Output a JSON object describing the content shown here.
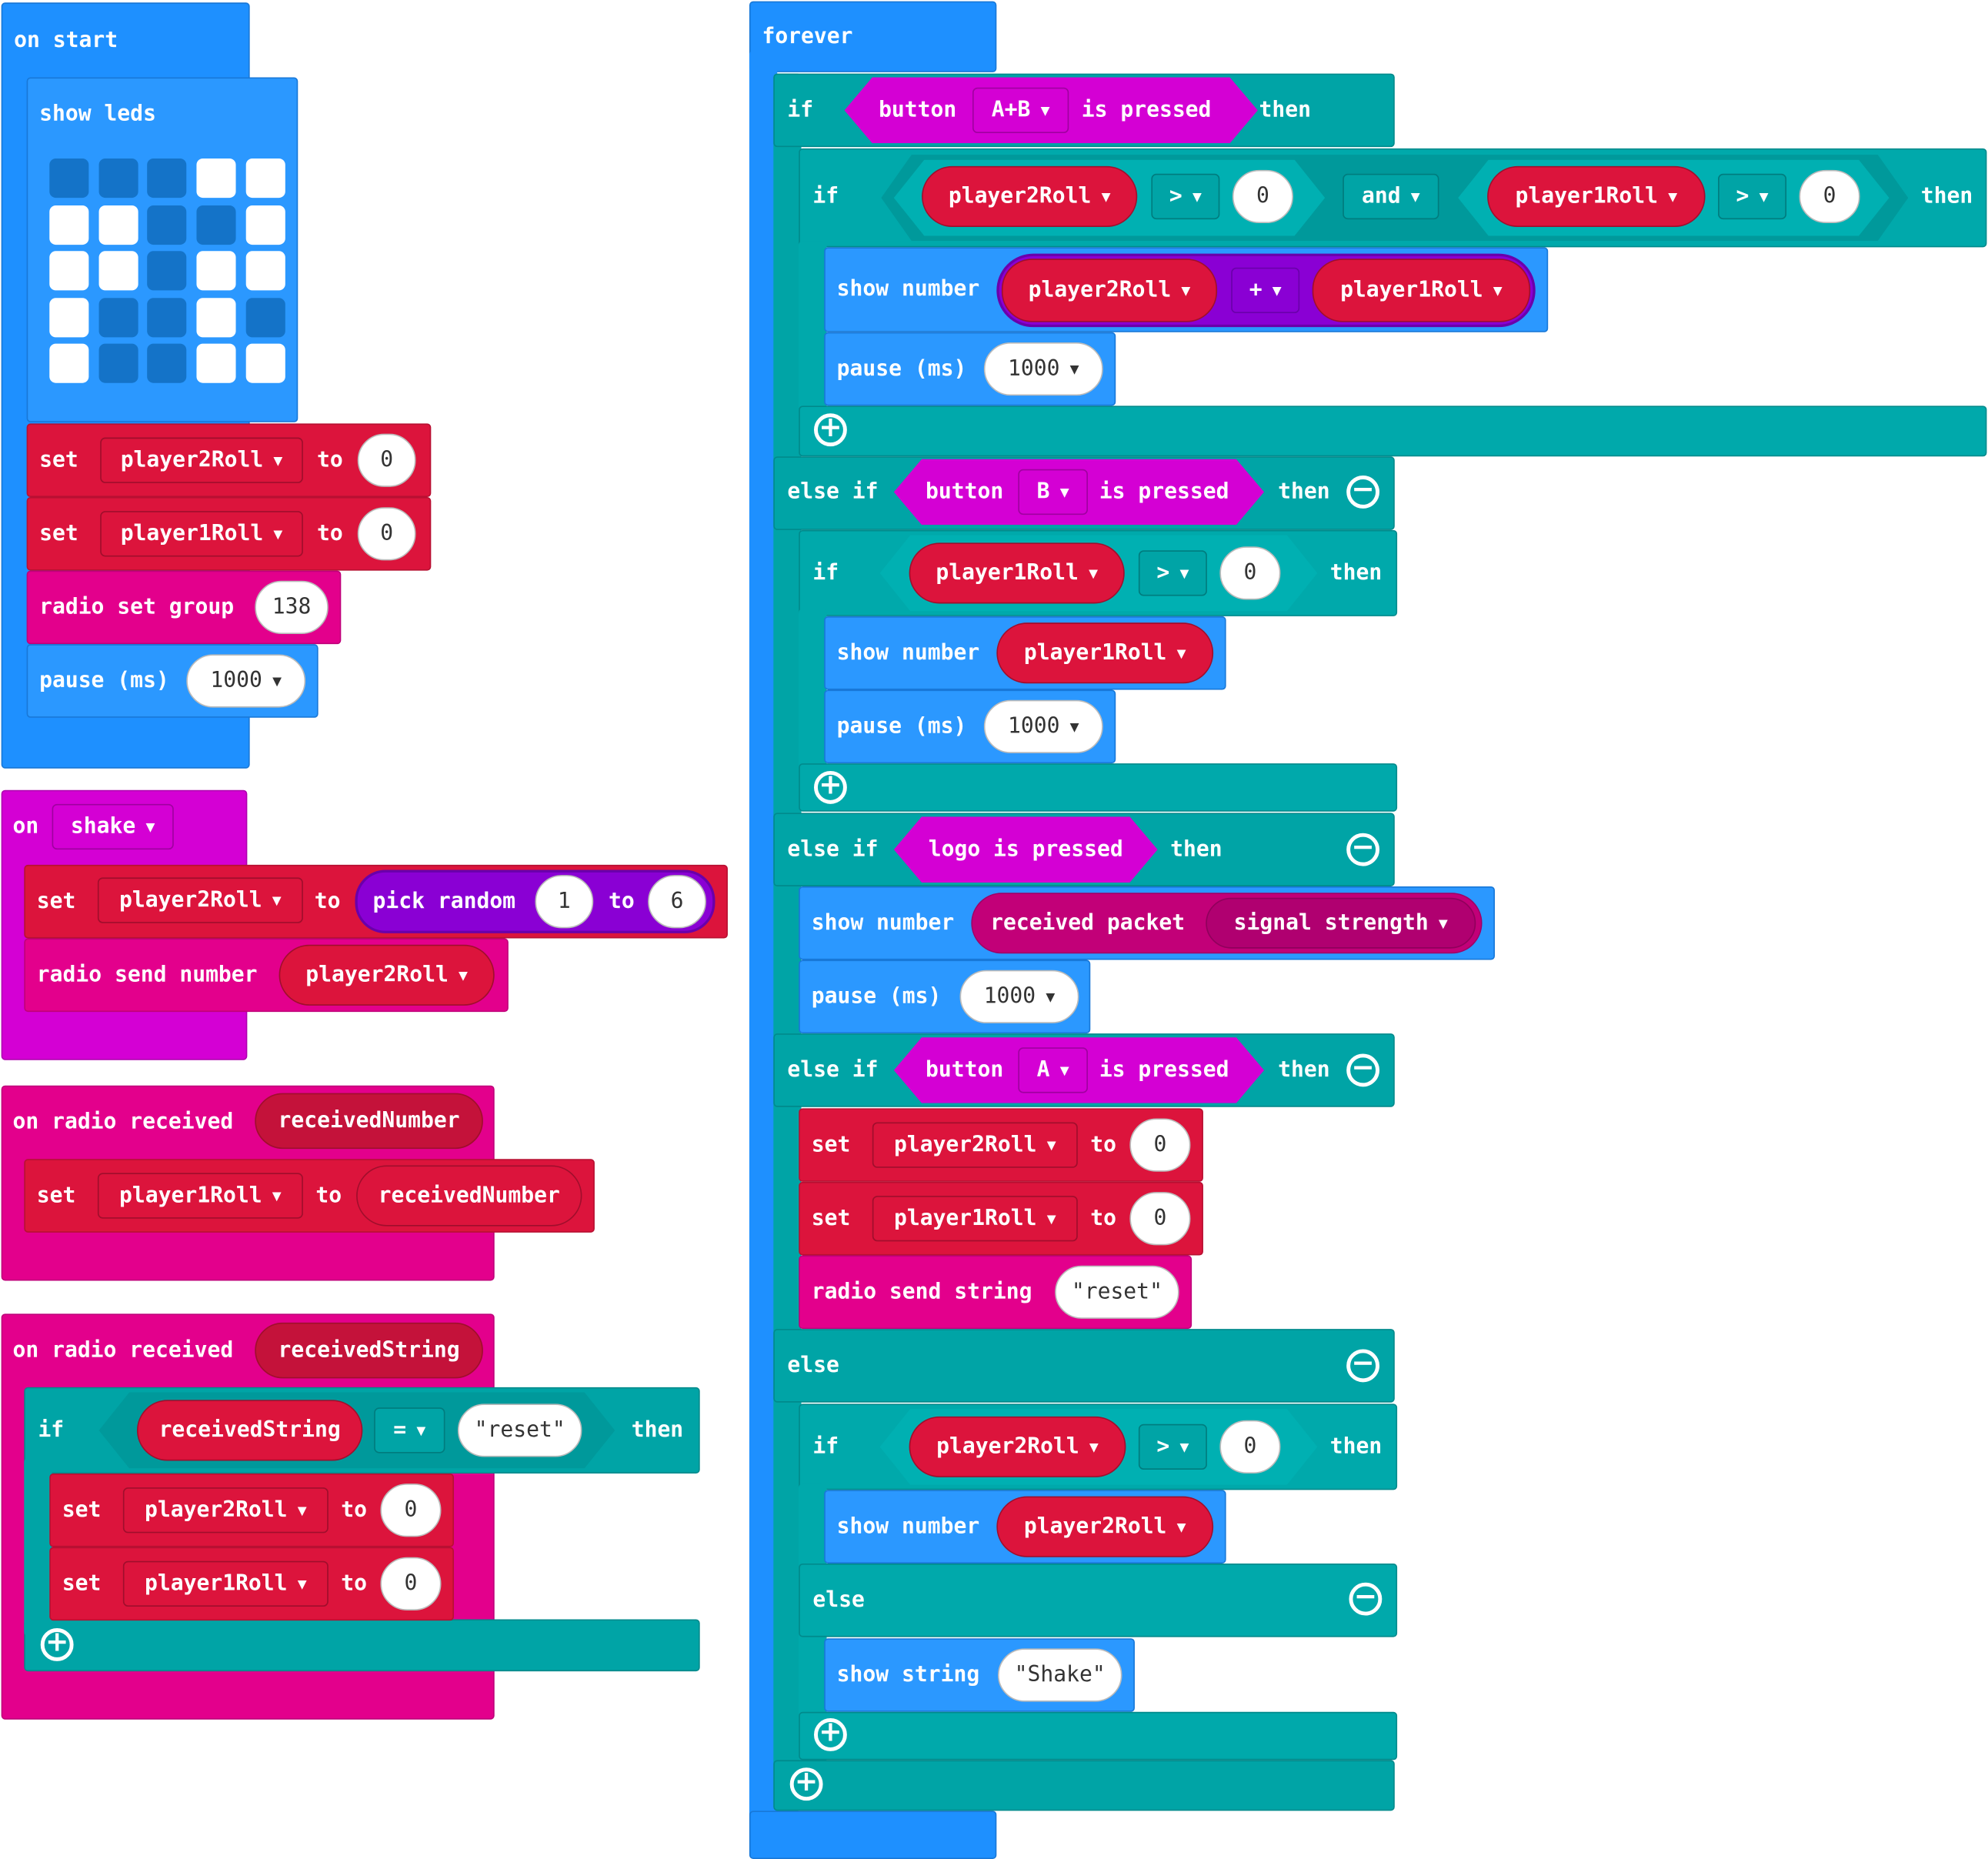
{
  "on_start": {
    "hat": "on start",
    "show_leds_label": "show leds",
    "leds": [
      [
        0,
        0,
        0,
        1,
        1
      ],
      [
        1,
        1,
        0,
        0,
        1
      ],
      [
        1,
        1,
        0,
        1,
        1
      ],
      [
        1,
        0,
        0,
        1,
        0
      ],
      [
        1,
        0,
        0,
        1,
        1
      ]
    ],
    "set_label": "set",
    "to_label": "to",
    "var2": "player2Roll",
    "var1": "player1Roll",
    "val0": "0",
    "radio_group_label": "radio set group",
    "radio_group_value": "138",
    "pause_label": "pause (ms)",
    "pause_value": "1000"
  },
  "on_shake": {
    "on_label": "on",
    "gesture": "shake",
    "set_label": "set",
    "var": "player2Roll",
    "to_label": "to",
    "pick_random_label": "pick random",
    "from": "1",
    "to_inner": "to",
    "to_value": "6",
    "send_number_label": "radio send number",
    "send_var": "player2Roll"
  },
  "on_radio_number": {
    "hat": "on radio received",
    "param": "receivedNumber",
    "set_label": "set",
    "var": "player1Roll",
    "to_label": "to",
    "value": "receivedNumber"
  },
  "on_radio_string": {
    "hat": "on radio received",
    "param": "receivedString",
    "if_label": "if",
    "left": "receivedString",
    "op": "=",
    "right": "reset",
    "then_label": "then",
    "set_label": "set",
    "to_label": "to",
    "var2": "player2Roll",
    "var1": "player1Roll",
    "val0": "0"
  },
  "forever": {
    "hat": "forever",
    "if_label": "if",
    "then_label": "then",
    "else_if_label": "else if",
    "else_label": "else",
    "button_label": "button",
    "is_pressed_label": "is pressed",
    "btn_ab": "A+B",
    "btn_b": "B",
    "btn_a": "A",
    "logo_pressed": "logo is pressed",
    "and_label": "and",
    "gt": ">",
    "plus_op": "+",
    "zero": "0",
    "var2": "player2Roll",
    "var1": "player1Roll",
    "show_number_label": "show number",
    "show_string_label": "show string",
    "pause_label": "pause (ms)",
    "pause_value": "1000",
    "received_packet_label": "received packet",
    "signal_strength": "signal strength",
    "set_label": "set",
    "to_label": "to",
    "radio_send_string_label": "radio send string",
    "reset_str": "reset",
    "shake_str": "Shake"
  },
  "colors": {
    "basic": "#1e90ff",
    "variables": "#dc143c",
    "input": "#d400d4",
    "radio": "#e3008c",
    "logic": "#00a4a6",
    "math": "#8a00d4"
  }
}
